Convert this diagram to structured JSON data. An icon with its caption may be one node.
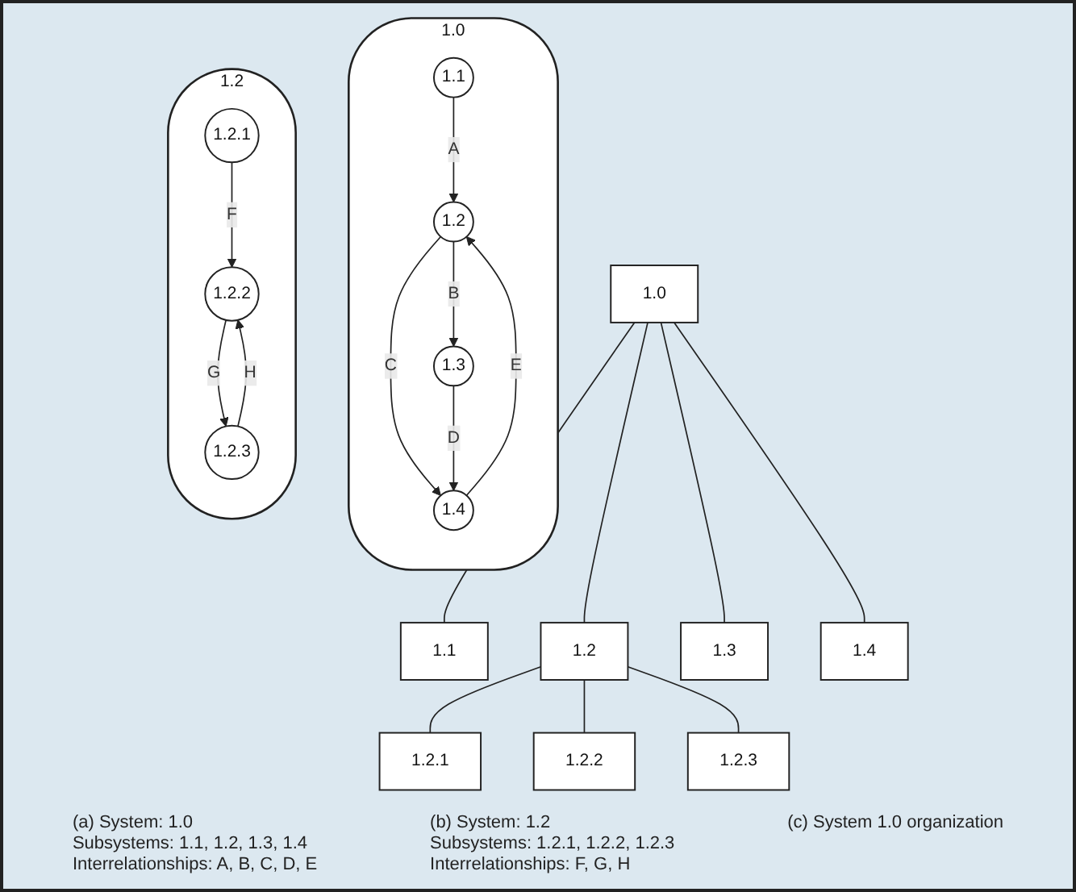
{
  "diagram": {
    "nodes": [
      {
        "text": [
          "1.0"
        ]
      },
      {
        "text": [
          "1.1"
        ],
        "in": 0
      },
      {
        "text": [
          "1.2"
        ],
        "in": 0
      },
      {
        "text": [
          "1.3"
        ],
        "in": 0
      },
      {
        "text": [
          "1.4"
        ],
        "in": 0
      },
      {
        "text": [
          "1.2"
        ]
      },
      {
        "text": [
          "1.2.1"
        ],
        "in": 5
      },
      {
        "text": [
          "1.2.2"
        ],
        "in": 5
      },
      {
        "text": [
          "1.2.3"
        ],
        "in": 5
      },
      {
        "text": [
          "1.0"
        ]
      },
      {
        "text": [
          "1.1"
        ]
      },
      {
        "text": [
          "1.2"
        ]
      },
      {
        "text": [
          "1.3"
        ]
      },
      {
        "text": [
          "1.4"
        ]
      },
      {
        "text": [
          "1.2.1"
        ]
      },
      {
        "text": [
          "1.2.2"
        ]
      },
      {
        "text": [
          "1.2.3"
        ]
      }
    ],
    "edges": [
      {
        "from": 1,
        "to": 2,
        "arrow": "to",
        "label": "A"
      },
      {
        "from": 2,
        "to": 3,
        "arrow": "to",
        "label": "B"
      },
      {
        "from": 2,
        "to": 4,
        "arrow": "to",
        "label": "C"
      },
      {
        "from": 3,
        "to": 4,
        "arrow": "to",
        "label": "D"
      },
      {
        "from": 4,
        "to": 2,
        "arrow": "to",
        "label": "E"
      },
      {
        "from": 6,
        "to": 7,
        "arrow": "to",
        "label": "F"
      },
      {
        "from": 7,
        "to": 8,
        "arrow": "to",
        "label": "G"
      },
      {
        "from": 8,
        "to": 7,
        "arrow": "to",
        "label": "H"
      },
      {
        "from": 9,
        "to": 10,
        "arrow": "none"
      },
      {
        "from": 9,
        "to": 11,
        "arrow": "none"
      },
      {
        "from": 9,
        "to": 12,
        "arrow": "none"
      },
      {
        "from": 9,
        "to": 13,
        "arrow": "none"
      },
      {
        "from": 11,
        "to": 14,
        "arrow": "none"
      },
      {
        "from": 11,
        "to": 15,
        "arrow": "none"
      },
      {
        "from": 11,
        "to": 16,
        "arrow": "none"
      }
    ],
    "labels": [
      "(a) System: 1.0",
      "Subsystems: 1.1, 1.2, 1.3, 1.4",
      "Interrelationships: A, B, C, D, E",
      "(b) System: 1.2",
      "Subsystems: 1.2.1, 1.2.2, 1.2.3",
      "Interrelationships: F, G, H",
      "(c) System 1.0 organization"
    ]
  }
}
